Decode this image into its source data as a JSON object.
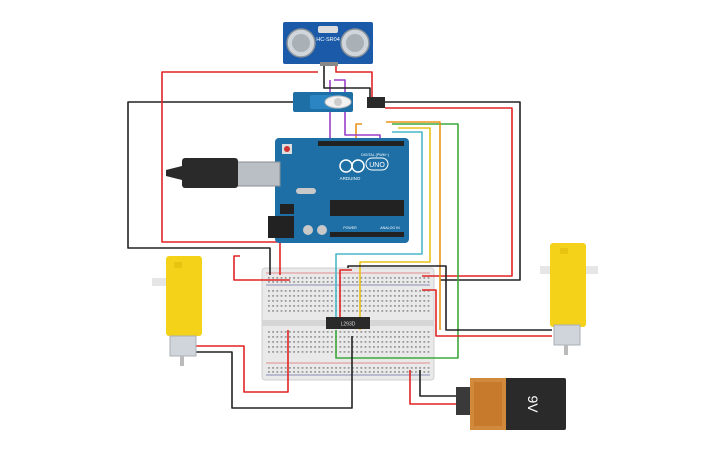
{
  "sensor": {
    "label": "HC-SR04"
  },
  "arduino": {
    "brand": "ARDUINO",
    "model": "UNO",
    "digital_label": "DIGITAL (PWM~)",
    "power_label": "POWER",
    "analog_label": "ANALOG IN"
  },
  "driver": {
    "label": "L293D"
  },
  "battery": {
    "label": "9V"
  },
  "colors": {
    "board": "#1d6fa6",
    "sensor": "#1b5aa8",
    "motor_yellow": "#f4d21a",
    "battery_orange": "#d18a3c",
    "battery_dark": "#2a2a2a",
    "wire_red": "#e02424",
    "wire_black": "#222222",
    "wire_green": "#3daa3d",
    "wire_orange": "#e8941a",
    "wire_purple": "#9b3fc8",
    "wire_teal": "#4ab7c9",
    "wire_yellow": "#e8c21a"
  }
}
